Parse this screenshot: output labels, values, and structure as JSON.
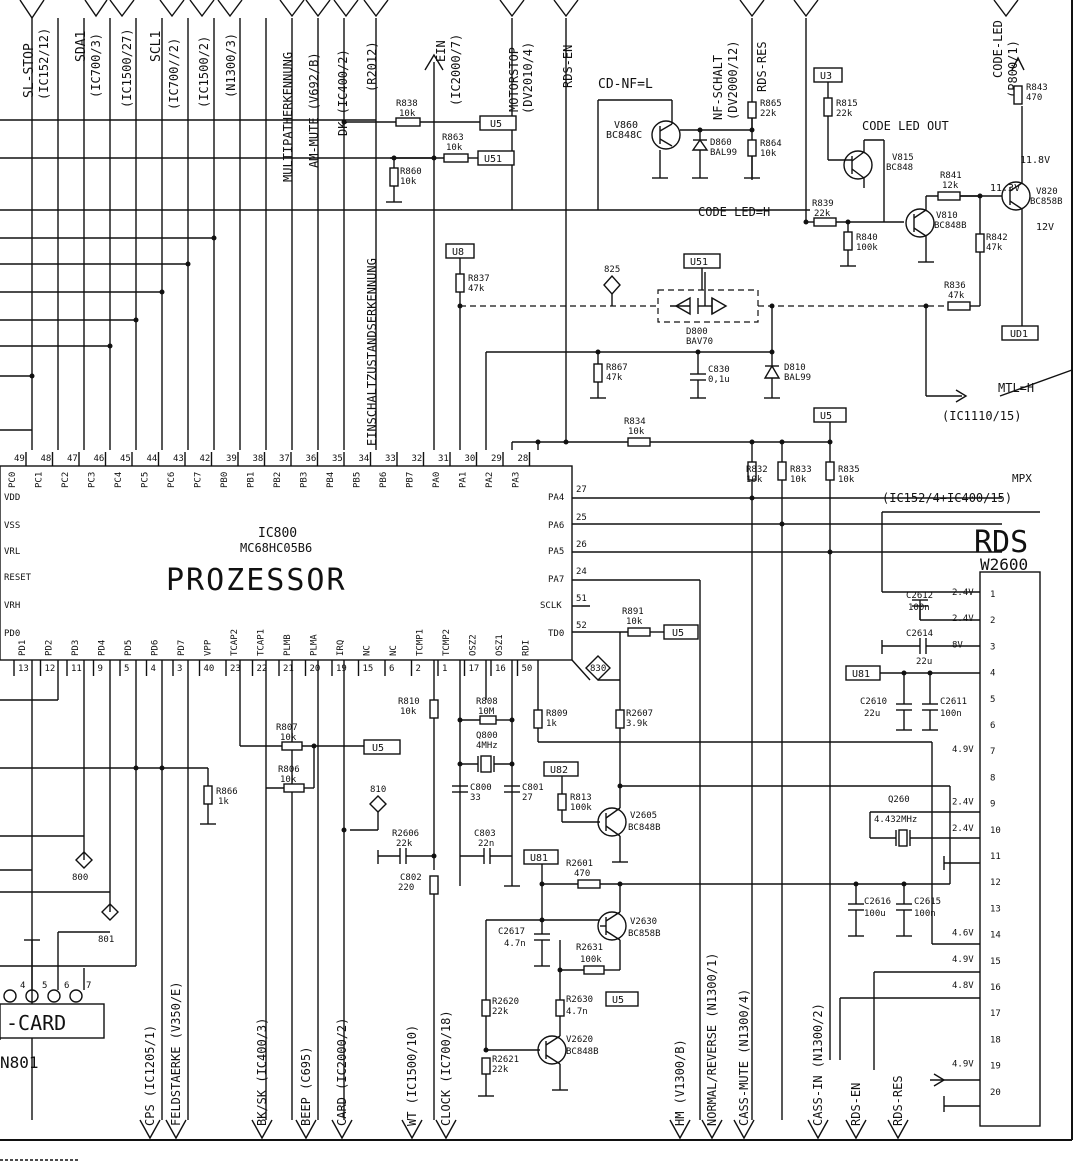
{
  "proc": {
    "ref": "IC800",
    "part": "MC68HC05B6",
    "name": "PROZESSOR",
    "left_pins": [
      "VDD",
      "VSS",
      "VRL",
      "RESET",
      "VRH",
      "PD0"
    ],
    "right_pins": [
      {
        "n": "PA4",
        "p": "27"
      },
      {
        "n": "PA6",
        "p": "25"
      },
      {
        "n": "PA5",
        "p": "26"
      },
      {
        "n": "PA7",
        "p": "24"
      },
      {
        "n": "SCLK",
        "p": "51"
      },
      {
        "n": "TD0",
        "p": "52"
      },
      {
        "n": "RDI",
        "p": ""
      }
    ],
    "top_pins": [
      {
        "n": "PC0",
        "p": "49"
      },
      {
        "n": "PC1",
        "p": "48"
      },
      {
        "n": "PC2",
        "p": "47"
      },
      {
        "n": "PC3",
        "p": "46"
      },
      {
        "n": "PC4",
        "p": "45"
      },
      {
        "n": "PC5",
        "p": "44"
      },
      {
        "n": "PC6",
        "p": "43"
      },
      {
        "n": "PC7",
        "p": "42"
      },
      {
        "n": "PB0",
        "p": "39"
      },
      {
        "n": "PB1",
        "p": "38"
      },
      {
        "n": "PB2",
        "p": "37"
      },
      {
        "n": "PB3",
        "p": "36"
      },
      {
        "n": "PB4",
        "p": "35"
      },
      {
        "n": "PB5",
        "p": "34"
      },
      {
        "n": "PB6",
        "p": "33"
      },
      {
        "n": "PB7",
        "p": "32"
      },
      {
        "n": "PA0",
        "p": "31"
      },
      {
        "n": "PA1",
        "p": "30"
      },
      {
        "n": "PA2",
        "p": "29"
      },
      {
        "n": "PA3",
        "p": "28"
      }
    ],
    "bottom_pins": [
      {
        "n": "PD1",
        "p": "13"
      },
      {
        "n": "PD2",
        "p": "12"
      },
      {
        "n": "PD3",
        "p": "11"
      },
      {
        "n": "PD4",
        "p": "9"
      },
      {
        "n": "PD5",
        "p": "5"
      },
      {
        "n": "PD6",
        "p": "4"
      },
      {
        "n": "PD7",
        "p": "3"
      },
      {
        "n": "VPP",
        "p": "40"
      },
      {
        "n": "TCAP2",
        "p": "23"
      },
      {
        "n": "TCAP1",
        "p": "22"
      },
      {
        "n": "PLMB",
        "p": "21"
      },
      {
        "n": "PLMA",
        "p": "20"
      },
      {
        "n": "IRQ",
        "p": "19"
      },
      {
        "n": "NC",
        "p": "15"
      },
      {
        "n": "NC",
        "p": "6"
      },
      {
        "n": "TCMP1",
        "p": "2"
      },
      {
        "n": "TCMP2",
        "p": "1"
      },
      {
        "n": "OSZ2",
        "p": "17"
      },
      {
        "n": "OSZ1",
        "p": "16"
      },
      {
        "n": "RDI",
        "p": "50"
      }
    ]
  },
  "top_signals": [
    {
      "t": "SL-STOP",
      "s": "(IC152/12)"
    },
    {
      "t": "SDA1",
      "s": "(IC700/3)"
    },
    {
      "t": "(IC1500/27)",
      "s": ""
    },
    {
      "t": "SCL1",
      "s": "(IC700//2)"
    },
    {
      "t": "(IC1500/2)",
      "s": ""
    },
    {
      "t": "(N1300/3)",
      "s": ""
    },
    {
      "t": "MULTIPATHERKENNUNG",
      "s": ""
    },
    {
      "t": "AM-MUTE (V692/B)",
      "s": ""
    },
    {
      "t": "DK (IC400/2)",
      "s": ""
    },
    {
      "t": "(R2012)",
      "s": ""
    },
    {
      "t": "EIN",
      "s": "(IC2000/7)"
    },
    {
      "t": "MOTORSTOP",
      "s": "(DV2010/4)"
    },
    {
      "t": "RDS-EN",
      "s": ""
    },
    {
      "t": "NF-SCHALT",
      "s": "(DV2000/12)"
    },
    {
      "t": "RDS-RES",
      "s": ""
    },
    {
      "t": "CODE-LED",
      "s": "(P800/1)"
    }
  ],
  "labels": {
    "einschalt": "EINSCHALTZUSTANDSERKENNUNG",
    "cdnf": "CD-NF=L",
    "codeledout": "CODE LED OUT",
    "codeledh": "CODE LED=H",
    "mtl": "MTL=H",
    "ic1110": "(IC1110/15)",
    "mpx": "MPX",
    "mpx_ref": "(IC152/4+IC400/15)",
    "rds": "RDS",
    "w2600": "W2600",
    "card": "-CARD",
    "n801": "N801",
    "v118": "11.8V",
    "v113": "11.3V",
    "v12": "12V"
  },
  "parts": [
    {
      "r": "R838",
      "v": "10k"
    },
    {
      "r": "R863",
      "v": "10k"
    },
    {
      "r": "R860",
      "v": "10k"
    },
    {
      "r": "R837",
      "v": "47k"
    },
    {
      "r": "R865",
      "v": "22k"
    },
    {
      "r": "R864",
      "v": "10k"
    },
    {
      "r": "R815",
      "v": "22k"
    },
    {
      "r": "R839",
      "v": "22k"
    },
    {
      "r": "R840",
      "v": "100k"
    },
    {
      "r": "R841",
      "v": "12k"
    },
    {
      "r": "R842",
      "v": "47k"
    },
    {
      "r": "R843",
      "v": "470"
    },
    {
      "r": "R836",
      "v": "47k"
    },
    {
      "r": "R867",
      "v": "47k"
    },
    {
      "r": "C830",
      "v": "0,1u"
    },
    {
      "r": "R834",
      "v": "10k"
    },
    {
      "r": "R832",
      "v": "10k"
    },
    {
      "r": "R833",
      "v": "10k"
    },
    {
      "r": "R835",
      "v": "10k"
    },
    {
      "r": "R891",
      "v": "10k"
    },
    {
      "r": "R807",
      "v": "10k"
    },
    {
      "r": "R806",
      "v": "10k"
    },
    {
      "r": "R866",
      "v": "1k"
    },
    {
      "r": "R810",
      "v": "10k"
    },
    {
      "r": "R808",
      "v": "10M"
    },
    {
      "r": "Q800",
      "v": "4MHz"
    },
    {
      "r": "C800",
      "v": "33"
    },
    {
      "r": "C801",
      "v": "27"
    },
    {
      "r": "R809",
      "v": "1k"
    },
    {
      "r": "R2607",
      "v": "3.9k"
    },
    {
      "r": "R2606",
      "v": "22k"
    },
    {
      "r": "C803",
      "v": "22n"
    },
    {
      "r": "C802",
      "v": "220"
    },
    {
      "r": "R813",
      "v": "100k"
    },
    {
      "r": "R2601",
      "v": "470"
    },
    {
      "r": "C2617",
      "v": "4.7n"
    },
    {
      "r": "R2631",
      "v": "100k"
    },
    {
      "r": "R2630",
      "v": "4.7n"
    },
    {
      "r": "R2620",
      "v": "22k"
    },
    {
      "r": "R2621",
      "v": "22k"
    },
    {
      "r": "C2612",
      "v": "100n"
    },
    {
      "r": "C2614",
      "v": "22u"
    },
    {
      "r": "C2610",
      "v": "22u"
    },
    {
      "r": "C2611",
      "v": "100n"
    },
    {
      "r": "Q260",
      "v": "4.432MHz"
    },
    {
      "r": "C2616",
      "v": "100u"
    },
    {
      "r": "C2615",
      "v": "100n"
    }
  ],
  "trans": [
    {
      "r": "V860",
      "v": "BC848C"
    },
    {
      "r": "V815",
      "v": "BC848"
    },
    {
      "r": "V810",
      "v": "BC848B"
    },
    {
      "r": "V820",
      "v": "BC858B"
    },
    {
      "r": "V2605",
      "v": "BC848B"
    },
    {
      "r": "V2630",
      "v": "BC858B"
    },
    {
      "r": "V2620",
      "v": "BC848B"
    }
  ],
  "diodes": [
    {
      "r": "D860",
      "v": "BAL99"
    },
    {
      "r": "D800",
      "v": "BAV70"
    },
    {
      "r": "D810",
      "v": "BAL99"
    }
  ],
  "nets": {
    "u5": "U5",
    "u51": "U51",
    "u3": "U3",
    "u8": "U8",
    "u82": "U82",
    "u81": "U81",
    "ud1": "UD1",
    "tp825": "825",
    "tp830": "830",
    "tp810": "810",
    "tp800": "800",
    "tp801": "801"
  },
  "rds_pins": [
    {
      "p": "1",
      "v": "2.4V"
    },
    {
      "p": "2",
      "v": "2.4V"
    },
    {
      "p": "3",
      "v": "8V"
    },
    {
      "p": "4",
      "v": ""
    },
    {
      "p": "5",
      "v": ""
    },
    {
      "p": "6",
      "v": ""
    },
    {
      "p": "7",
      "v": "4.9V"
    },
    {
      "p": "8",
      "v": ""
    },
    {
      "p": "9",
      "v": "2.4V"
    },
    {
      "p": "10",
      "v": "2.4V"
    },
    {
      "p": "11",
      "v": ""
    },
    {
      "p": "12",
      "v": ""
    },
    {
      "p": "13",
      "v": ""
    },
    {
      "p": "14",
      "v": "4.6V"
    },
    {
      "p": "15",
      "v": "4.9V"
    },
    {
      "p": "16",
      "v": "4.8V"
    },
    {
      "p": "17",
      "v": ""
    },
    {
      "p": "18",
      "v": ""
    },
    {
      "p": "19",
      "v": "4.9V"
    },
    {
      "p": "20",
      "v": ""
    }
  ],
  "bottom_signals": [
    "CPS (IC1205/1)",
    "FELDSTAERKE (V350/E)",
    "BK/SK (IC400/3)",
    "BEEP (C695)",
    "CARD (IC2000/2)",
    "WT (IC1500/10)",
    "CLOCK (IC700/18)",
    "HM (V1300/B)",
    "NORMAL/REVERSE (N1300/1)",
    "CASS-MUTE (N1300/4)",
    "CASS-IN (N1300/2)",
    "RDS-EN",
    "RDS-RES"
  ],
  "card_pins": [
    "4",
    "5",
    "6",
    "7"
  ]
}
